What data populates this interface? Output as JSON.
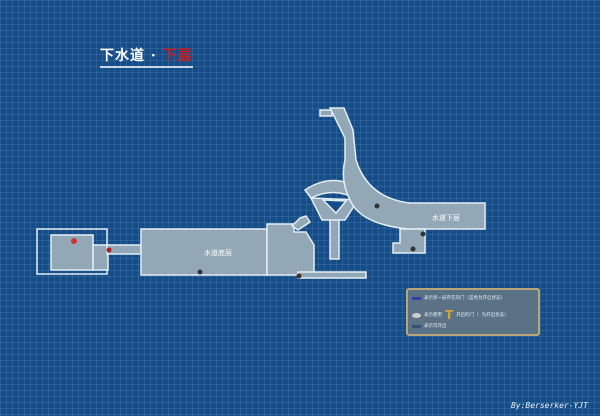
{
  "title": {
    "main": "下水道 ·",
    "sub": "下层"
  },
  "areas": {
    "lower_floor": "水道底层",
    "sewer_lower": "水道下层"
  },
  "legend": {
    "row1": "表示另一层存在的门（蓝色为开启状态）",
    "row2a": "表示使用",
    "row2b": "开启的门（",
    "row2c": "为开启状态）",
    "row3": "表示可开启"
  },
  "credit": "By:Berserker-YJT",
  "colors": {
    "background": "#174d86",
    "floor": "#93a8b6",
    "wall": "#dfeaf3",
    "title_accent": "#d21818"
  }
}
